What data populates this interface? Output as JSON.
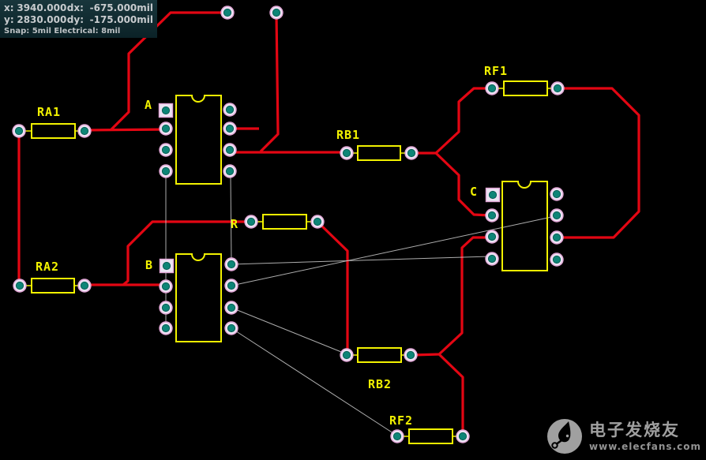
{
  "status": {
    "x_label": "x:",
    "x": "3940.000",
    "dx_label": "dx:",
    "dx": "-675.000",
    "y_label": "y:",
    "y": "2830.000",
    "dy_label": "dy:",
    "dy": "-175.000",
    "unit": "mil",
    "snap": "Snap: 5mil Electrical: 8mil"
  },
  "labels": {
    "ra1": "RA1",
    "ra2": "RA2",
    "rb1": "RB1",
    "rb2": "RB2",
    "rf1": "RF1",
    "rf2": "RF2",
    "r": "R",
    "u_a": "A",
    "u_b": "B",
    "u_c": "C"
  },
  "watermark": {
    "name": "电子发烧友",
    "site": "www.elecfans.com"
  },
  "colors": {
    "background": "#000000",
    "trace": "#e30613",
    "silk": "#f2f200",
    "label": "#f2f200",
    "pad_ring": "#ece4f4",
    "pad_ring_edge": "#e2a6d6",
    "pad_center": "#0d8577",
    "ratsnest": "#d9d9d9"
  }
}
